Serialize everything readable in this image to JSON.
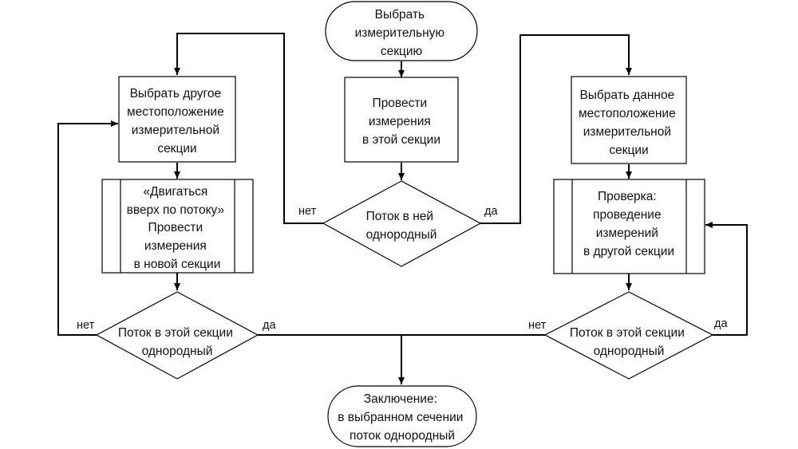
{
  "nodes": {
    "start": [
      "Выбрать",
      "измерительную",
      "секцию"
    ],
    "measure": [
      "Провести",
      "измерения",
      "в этой секции"
    ],
    "decision_top": [
      "Поток в ней",
      "однородный"
    ],
    "left_select": [
      "Выбрать другое",
      "местоположение",
      "измерительной",
      "секции"
    ],
    "left_process": [
      "«Двигаться",
      "вверх по потоку»",
      "Провести",
      "измерения",
      "в новой секции"
    ],
    "decision_left": [
      "Поток в этой секции",
      "однородный"
    ],
    "right_select": [
      "Выбрать данное",
      "местоположение",
      "измерительной",
      "секции"
    ],
    "right_process": [
      "Проверка:",
      "проведение",
      "измерений",
      "в другой секции"
    ],
    "decision_right": [
      "Поток в этой секции",
      "однородный"
    ],
    "end": [
      "Заключение:",
      "в выбранном сечении",
      "поток однородный"
    ]
  },
  "edge_labels": {
    "top_no": "нет",
    "top_yes": "да",
    "left_no": "нет",
    "left_yes": "да",
    "right_no": "нет",
    "right_yes": "да"
  }
}
